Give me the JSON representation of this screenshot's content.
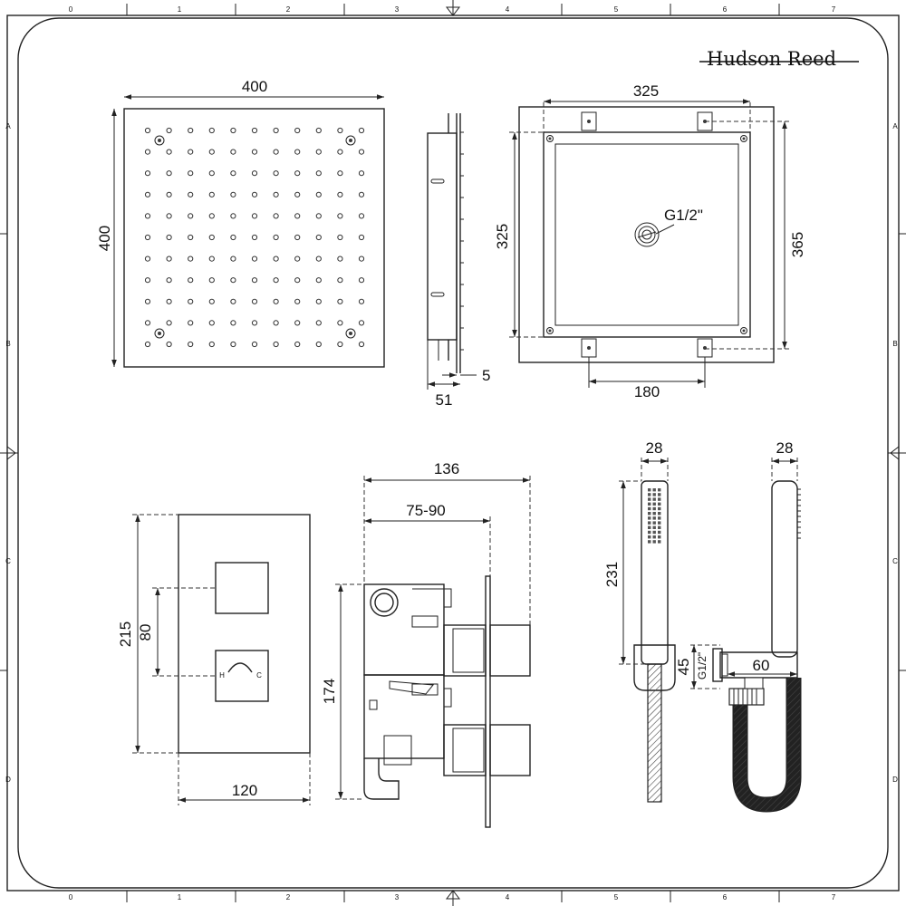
{
  "brand": "Hudson Reed",
  "frame": {
    "columns": [
      "0",
      "1",
      "2",
      "3",
      "4",
      "5",
      "6",
      "7"
    ],
    "rows": [
      "A",
      "B",
      "C",
      "D"
    ]
  },
  "shower_head": {
    "front_width": "400",
    "front_height": "400",
    "side_depth": "51",
    "side_plate": "5",
    "back_outer_width": "325",
    "back_inner_height": "325",
    "back_outer_height": "365",
    "back_mount_spacing": "180",
    "inlet_label": "G1/2\""
  },
  "valve": {
    "plate_width": "120",
    "plate_height": "215",
    "control_spacing": "80",
    "control_label_hot": "H",
    "control_label_cold": "C",
    "side_depth_total": "136",
    "side_depth_range": "75-90",
    "body_height": "174"
  },
  "handset": {
    "head_width": "28",
    "length": "231",
    "bracket_height": "45",
    "outlet_width": "28",
    "outlet_length": "60",
    "outlet_thread": "G1/2\""
  }
}
